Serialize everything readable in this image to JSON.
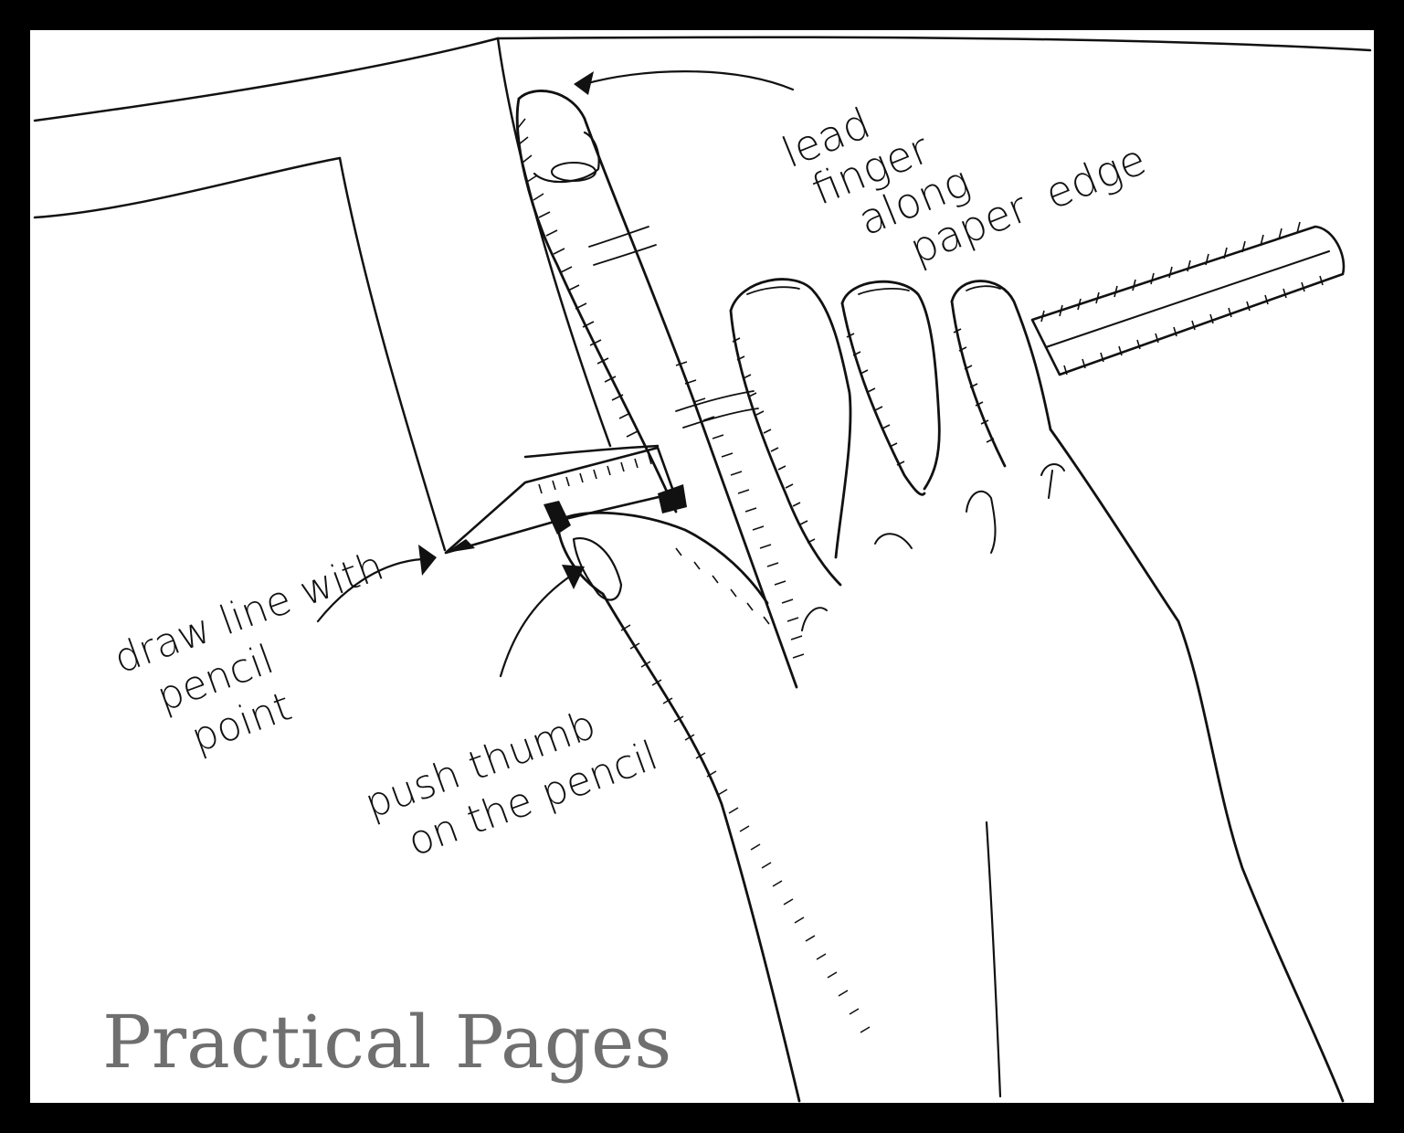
{
  "labels": {
    "lead_finger": [
      "lead",
      "finger",
      "along",
      "paper",
      "edge"
    ],
    "draw_line": [
      "draw line with",
      "pencil",
      "point"
    ],
    "push_thumb": [
      "push thumb",
      "on the pencil"
    ]
  },
  "logo": {
    "text": "Practical Pages"
  },
  "colors": {
    "background": "#000000",
    "paper": "#ffffff",
    "ink": "#111111",
    "logo": "#6f6f6f"
  }
}
